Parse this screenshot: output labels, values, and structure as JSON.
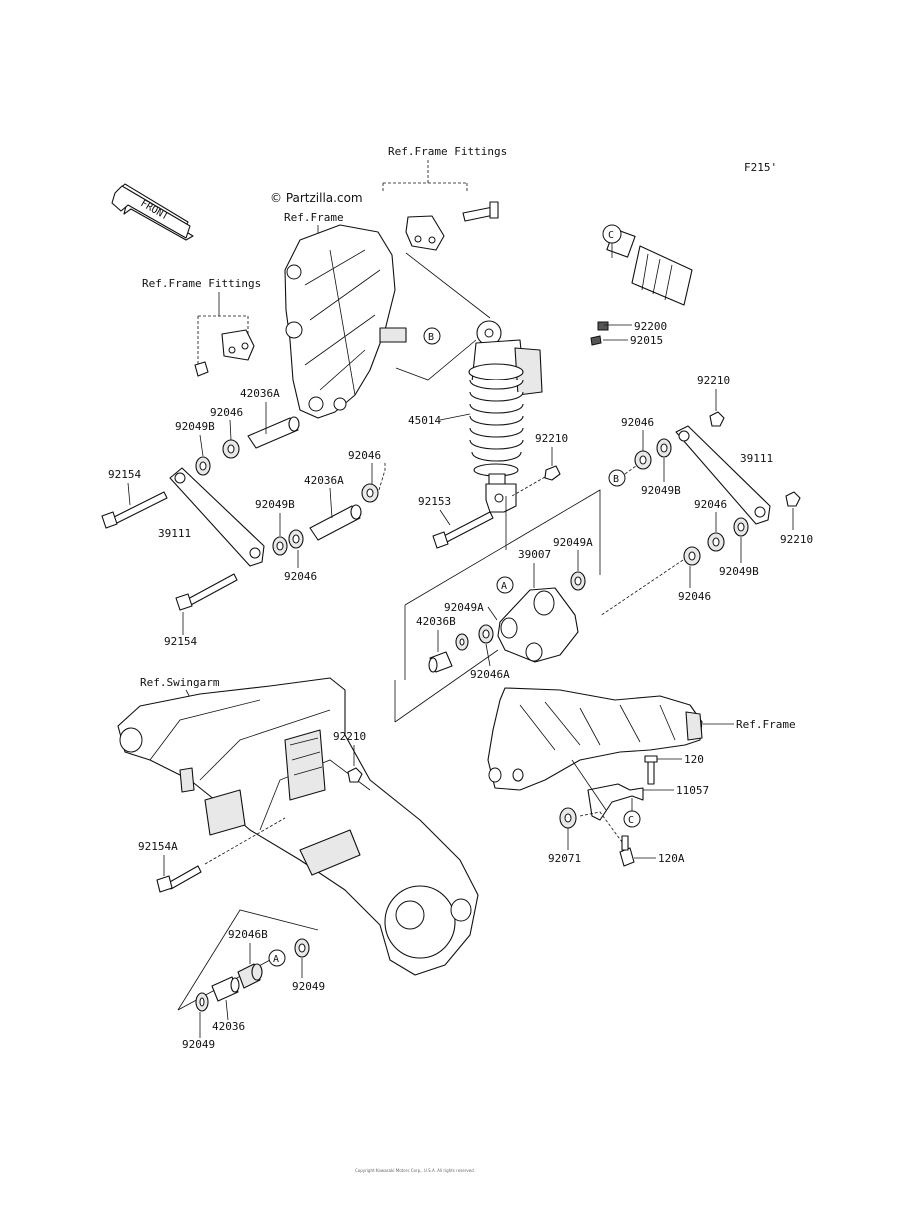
{
  "diagram": {
    "code": "F215'",
    "watermark": "© Partzilla.com",
    "front_label": "FRONT",
    "refs": {
      "frame_fittings_top": "Ref.Frame Fittings",
      "frame_fittings_left": "Ref.Frame Fittings",
      "frame": "Ref.Frame",
      "swingarm": "Ref.Swingarm",
      "frame_right": "Ref.Frame"
    },
    "callouts": {
      "A": "A",
      "B": "B",
      "C": "C"
    },
    "parts": {
      "p92200": "92200",
      "p92015": "92015",
      "p92210_a": "92210",
      "p92210_b": "92210",
      "p92210_c": "92210",
      "p92210_d": "92210",
      "p45014": "45014",
      "p42036A_a": "42036A",
      "p42036A_b": "42036A",
      "p92046_a": "92046",
      "p92046_b": "92046",
      "p92046_c": "92046",
      "p92046_d": "92046",
      "p92046_e": "92046",
      "p92046_f": "92046",
      "p92049B_a": "92049B",
      "p92049B_b": "92049B",
      "p92049B_c": "92049B",
      "p92049B_d": "92049B",
      "p92154_a": "92154",
      "p92154_b": "92154",
      "p39111_a": "39111",
      "p39111_b": "39111",
      "p92153": "92153",
      "p39007": "39007",
      "p92049A_a": "92049A",
      "p92049A_b": "92049A",
      "p42036B": "42036B",
      "p92046A": "92046A",
      "p92154A": "92154A",
      "p120": "120",
      "p11057": "11057",
      "p92071": "92071",
      "p120A": "120A",
      "p92046B": "92046B",
      "p92049_a": "92049",
      "p92049_b": "92049",
      "p42036": "42036"
    },
    "footer": "Copyright Kawasaki Motors Corp., U.S.A. All rights reserved."
  }
}
